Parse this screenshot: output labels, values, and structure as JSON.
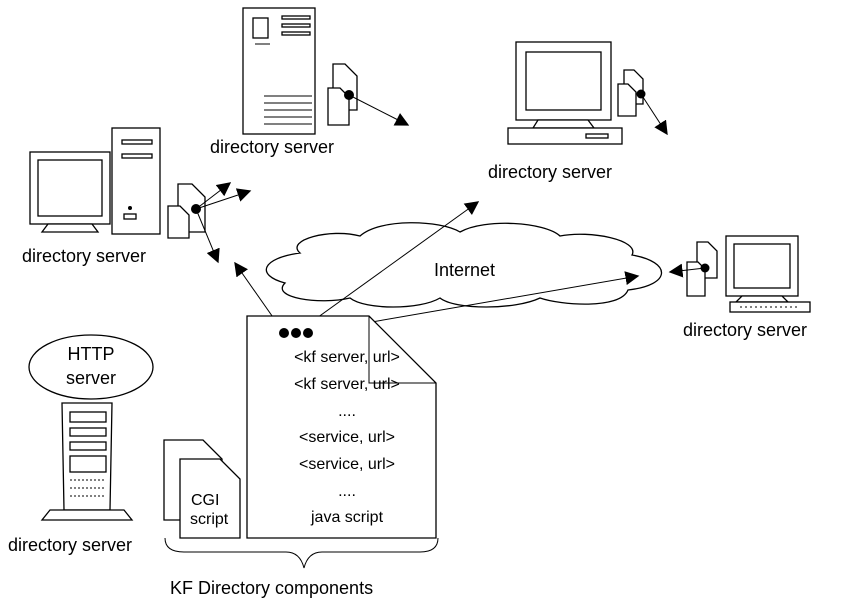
{
  "labels": {
    "server_top": "directory server",
    "server_left": "directory server",
    "server_right_top": "directory server",
    "server_right": "directory server",
    "server_bottom_left": "directory server",
    "internet": "Internet",
    "http_server_line1": "HTTP",
    "http_server_line2": "server",
    "caption": "KF Directory components"
  },
  "document_lines": [
    "<kf server, url>",
    "<kf server, url>",
    "....",
    "<service, url>",
    "<service, url>",
    "....",
    "java script"
  ],
  "cgi": {
    "line1": "CGI",
    "line2": "script"
  }
}
